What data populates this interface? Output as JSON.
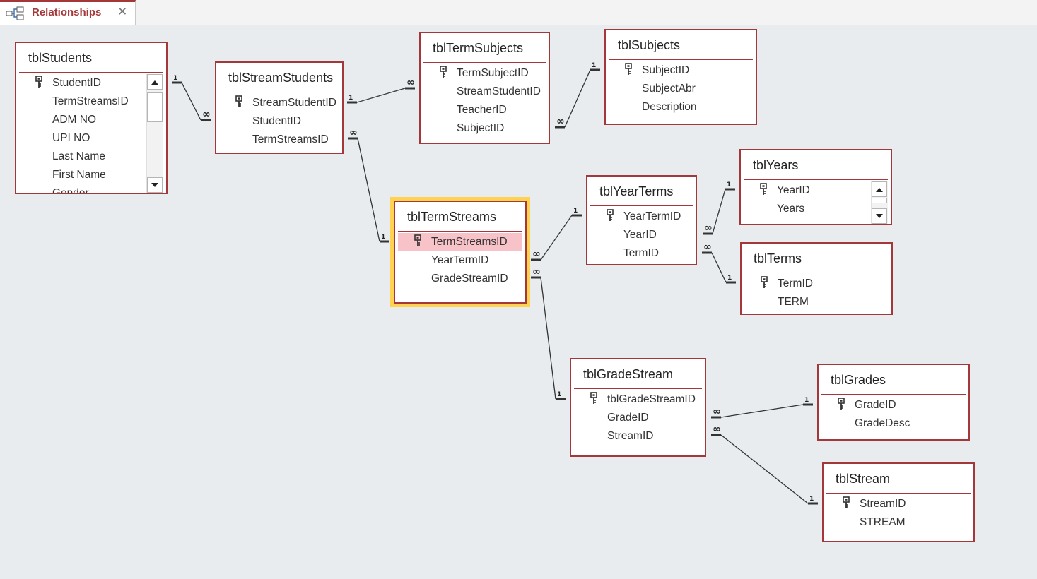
{
  "tab": {
    "label": "Relationships",
    "close_glyph": "✕",
    "icon": "relationships-icon"
  },
  "tables": {
    "students": {
      "title": "tblStudents",
      "fields": [
        "StudentID",
        "TermStreamsID",
        "ADM NO",
        "UPI NO",
        "Last Name",
        "First Name",
        "Gender"
      ],
      "key_index": 0
    },
    "streamstudents": {
      "title": "tblStreamStudents",
      "fields": [
        "StreamStudentID",
        "StudentID",
        "TermStreamsID"
      ],
      "key_index": 0
    },
    "termsubjects": {
      "title": "tblTermSubjects",
      "fields": [
        "TermSubjectID",
        "StreamStudentID",
        "TeacherID",
        "SubjectID"
      ],
      "key_index": 0
    },
    "subjects": {
      "title": "tblSubjects",
      "fields": [
        "SubjectID",
        "SubjectAbr",
        "Description"
      ],
      "key_index": 0
    },
    "termstreams": {
      "title": "tblTermStreams",
      "fields": [
        "TermStreamsID",
        "YearTermID",
        "GradeStreamID"
      ],
      "key_index": 0,
      "highlight_index": 0
    },
    "yearterms": {
      "title": "tblYearTerms",
      "fields": [
        "YearTermID",
        "YearID",
        "TermID"
      ],
      "key_index": 0
    },
    "years": {
      "title": "tblYears",
      "fields": [
        "YearID",
        "Years"
      ],
      "key_index": 0
    },
    "terms": {
      "title": "tblTerms",
      "fields": [
        "TermID",
        "TERM"
      ],
      "key_index": 0
    },
    "gradestream": {
      "title": "tblGradeStream",
      "fields": [
        "tblGradeStreamID",
        "GradeID",
        "StreamID"
      ],
      "key_index": 0
    },
    "grades": {
      "title": "tblGrades",
      "fields": [
        "GradeID",
        "GradeDesc"
      ],
      "key_index": 0
    },
    "stream": {
      "title": "tblStream",
      "fields": [
        "StreamID",
        "STREAM"
      ],
      "key_index": 0
    }
  },
  "relationship_labels": {
    "one": "1",
    "many": "∞"
  },
  "colors": {
    "border": "#a4373a",
    "selected_outline": "#ffd34f",
    "highlight_row": "#f8c3c8",
    "canvas": "#e9ecef"
  }
}
